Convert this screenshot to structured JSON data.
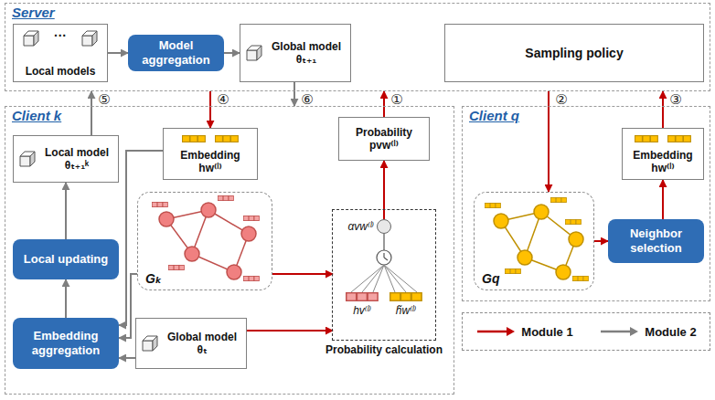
{
  "diagram": {
    "nodes": [
      {
        "text": [
          "Server"
        ]
      },
      {
        "text": [
          "···",
          "Local models"
        ],
        "in": 0
      },
      {
        "text": [
          "Model aggregation"
        ],
        "in": 0
      },
      {
        "text": [
          "Global model θₜ₊₁"
        ],
        "in": 0
      },
      {
        "text": [
          "Sampling policy"
        ],
        "in": 0
      },
      {
        "text": [
          "Client k"
        ]
      },
      {
        "text": [
          "Local model θₜ₊₁ᵏ"
        ],
        "in": 5
      },
      {
        "text": [
          "Local updating"
        ],
        "in": 5
      },
      {
        "text": [
          "Embedding aggregation"
        ],
        "in": 5
      },
      {
        "text": [
          "Embedding hw⁽ˡ⁾"
        ],
        "in": 5
      },
      {
        "text": [
          "Gₖ"
        ],
        "in": 5
      },
      {
        "text": [
          "Global model θₜ"
        ],
        "in": 5
      },
      {
        "text": [
          "Probability pvw⁽ˡ⁾"
        ],
        "in": 5
      },
      {
        "text": [
          "Probability calculation"
        ],
        "in": 5
      },
      {
        "text": [
          "αvw⁽ˡ⁾"
        ],
        "in": 13
      },
      {
        "text": [
          "hv⁽ˡ⁾"
        ],
        "in": 13
      },
      {
        "text": [
          "h̃w⁽ˡ⁾"
        ],
        "in": 13
      },
      {
        "text": [
          "Client q"
        ]
      },
      {
        "text": [
          "Gq"
        ],
        "in": 17
      },
      {
        "text": [
          "Neighbor selection"
        ],
        "in": 17
      },
      {
        "text": [
          "Embedding hw⁽ˡ⁾"
        ],
        "in": 17
      }
    ],
    "edges": [
      {
        "from": 12,
        "to": 0,
        "arrow": "to",
        "label": "①"
      },
      {
        "from": 0,
        "to": 18,
        "arrow": "to",
        "label": "②"
      },
      {
        "from": 20,
        "to": 0,
        "arrow": "to",
        "label": "③"
      },
      {
        "from": 0,
        "to": 9,
        "arrow": "to",
        "label": "④"
      },
      {
        "from": 6,
        "to": 0,
        "arrow": "to",
        "label": "⑤"
      },
      {
        "from": 3,
        "to": 5,
        "arrow": "to",
        "label": "⑥"
      },
      {
        "from": 1,
        "to": 2,
        "arrow": "to"
      },
      {
        "from": 2,
        "to": 3,
        "arrow": "to"
      },
      {
        "from": 10,
        "to": 13,
        "arrow": "to"
      },
      {
        "from": 11,
        "to": 13,
        "arrow": "to"
      },
      {
        "from": 13,
        "to": 12,
        "arrow": "to"
      },
      {
        "from": 18,
        "to": 19,
        "arrow": "to"
      },
      {
        "from": 19,
        "to": 20,
        "arrow": "to"
      },
      {
        "from": 9,
        "to": 8,
        "arrow": "to"
      },
      {
        "from": 10,
        "to": 8,
        "arrow": "to"
      },
      {
        "from": 11,
        "to": 8,
        "arrow": "to"
      },
      {
        "from": 8,
        "to": 7,
        "arrow": "to"
      },
      {
        "from": 7,
        "to": 6,
        "arrow": "to"
      }
    ],
    "legend": [
      {
        "text": "Module 1"
      },
      {
        "text": "Module 2"
      }
    ]
  }
}
